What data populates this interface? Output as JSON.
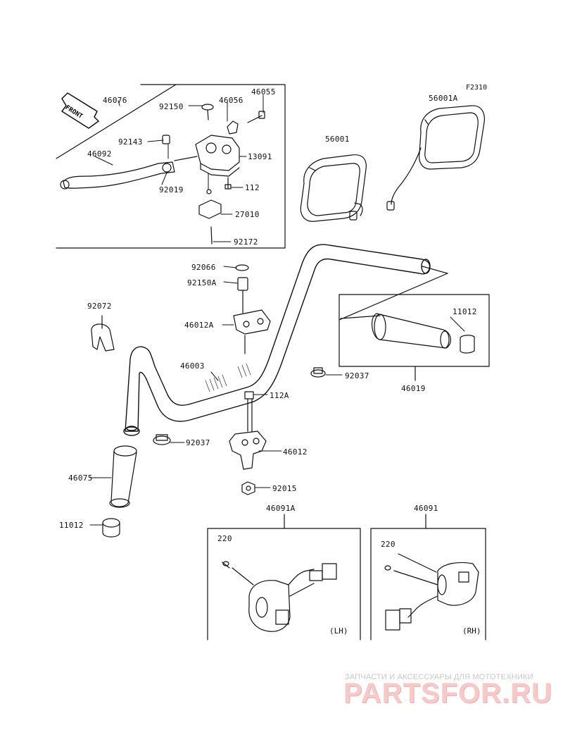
{
  "diagram_code": "F2310",
  "front_label": "FRONT",
  "parts": {
    "p46076": "46076",
    "p92150": "92150",
    "p46056": "46056",
    "p46055": "46055",
    "p92143": "92143",
    "p46092": "46092",
    "p13091": "13091",
    "p112": "112",
    "p92019": "92019",
    "p27010": "27010",
    "p92172": "92172",
    "p56001": "56001",
    "p56001A": "56001A",
    "p92066": "92066",
    "p92150A": "92150A",
    "p92072": "92072",
    "p46012A": "46012A",
    "p46003": "46003",
    "p11012a": "11012",
    "p92037a": "92037",
    "p46019": "46019",
    "p112A": "112A",
    "p92037b": "92037",
    "p46012": "46012",
    "p46075": "46075",
    "p92015": "92015",
    "p11012b": "11012",
    "p46091A": "46091A",
    "p46091": "46091",
    "p220a": "220",
    "p220b": "220"
  },
  "side_labels": {
    "lh": "(LH)",
    "rh": "(RH)"
  },
  "watermark": {
    "tagline": "ЗАПЧАСТИ И АКСЕССУАРЫ ДЛЯ МОТОТЕХНИКИ",
    "logo": "PARTSFOR.RU"
  }
}
